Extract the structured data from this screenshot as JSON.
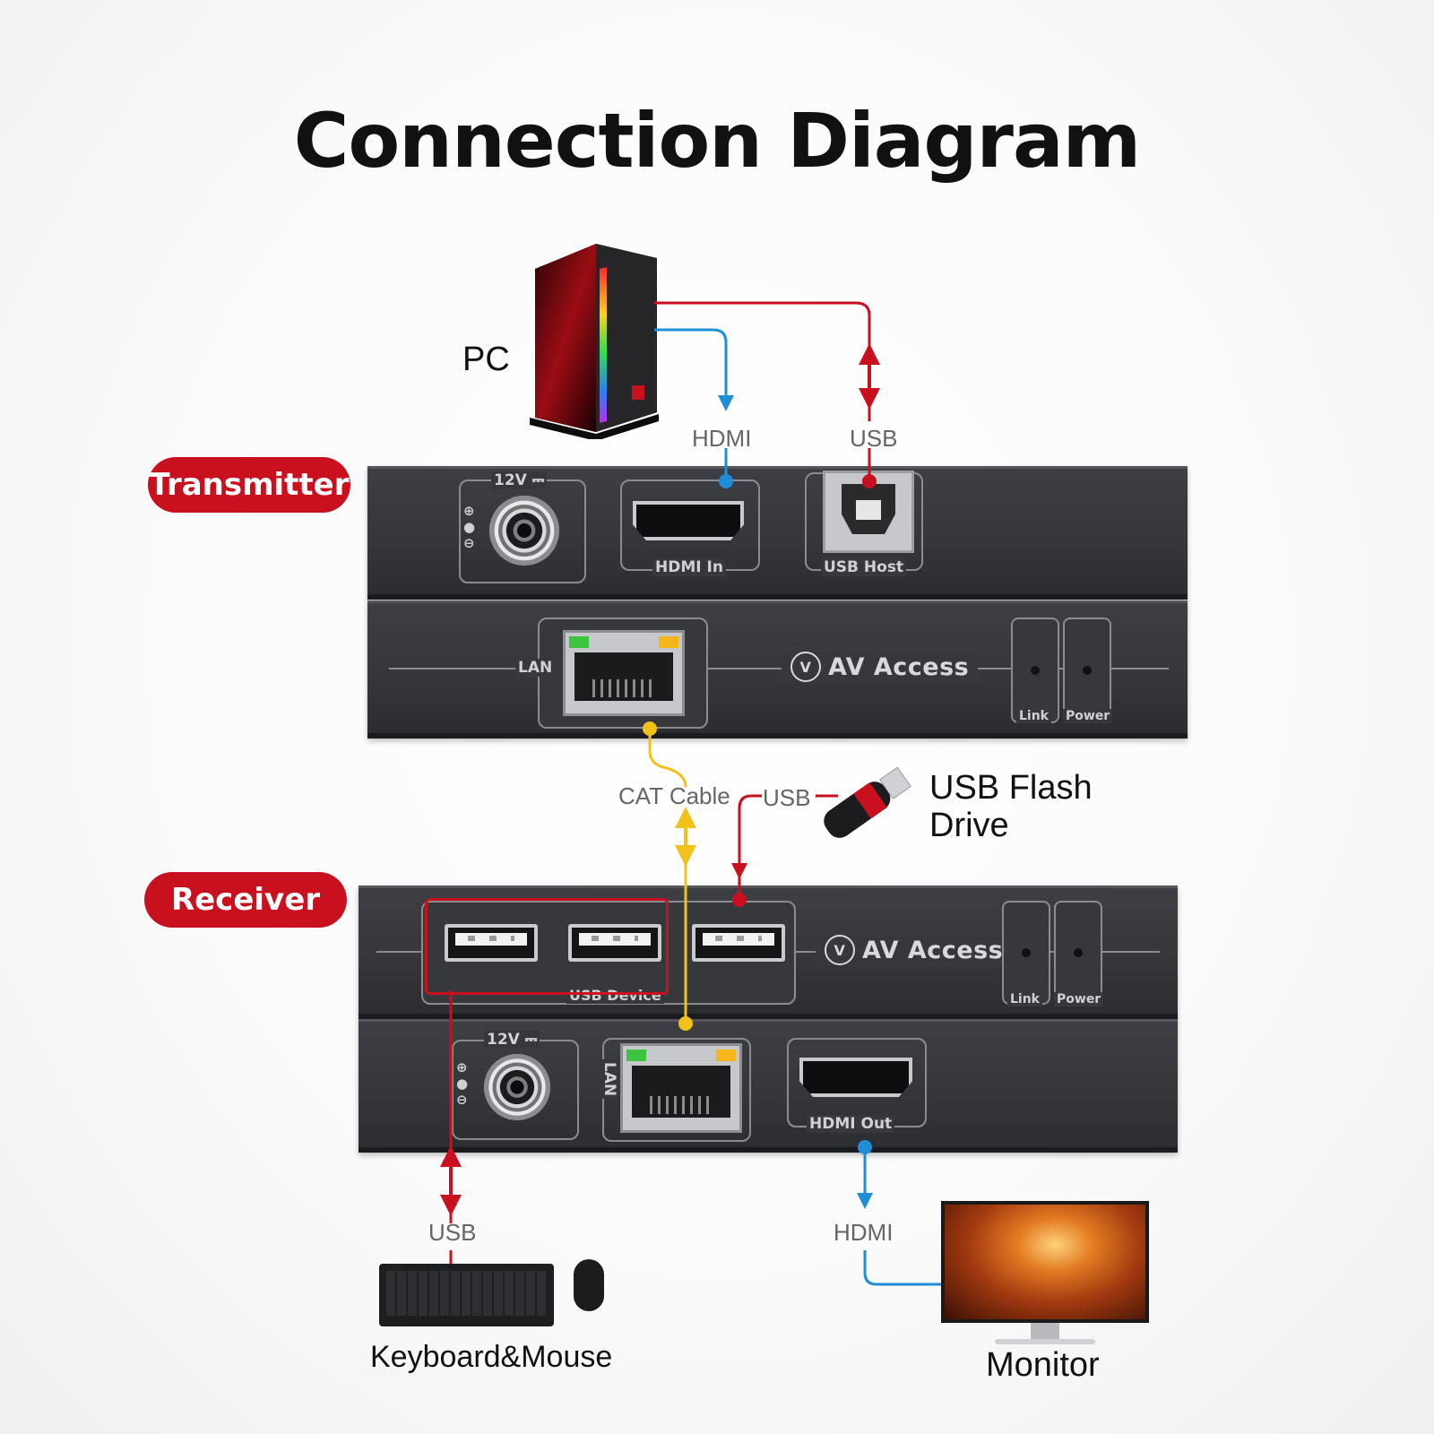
{
  "title": "Connection Diagram",
  "badges": {
    "transmitter": "Transmitter",
    "receiver": "Receiver"
  },
  "devices": {
    "pc": "PC",
    "usb_flash": [
      "USB Flash",
      "Drive"
    ],
    "keyboard_mouse": "Keyboard&Mouse",
    "monitor": "Monitor"
  },
  "cable_labels": {
    "hdmi_top": "HDMI",
    "usb_top": "USB",
    "cat": "CAT Cable",
    "usb_mid": "USB",
    "usb_bottom": "USB",
    "hdmi_bottom": "HDMI"
  },
  "panels": {
    "tx_front": {
      "power": "12V ⎓",
      "hdmi": "HDMI In",
      "usb": "USB Host"
    },
    "tx_back": {
      "lan": "LAN",
      "brand": "AV Access",
      "link": "Link",
      "power": "Power"
    },
    "rx_front": {
      "usb_group": "USB Device",
      "brand": "AV Access",
      "link": "Link",
      "power": "Power"
    },
    "rx_back": {
      "power": "12V ⎓",
      "lan": "LAN",
      "hdmi": "HDMI Out"
    }
  },
  "colors": {
    "usb_line": "#c8101f",
    "hdmi_line": "#1e8fd6",
    "cat_line": "#f2c21b",
    "badge": "#c8101f"
  }
}
